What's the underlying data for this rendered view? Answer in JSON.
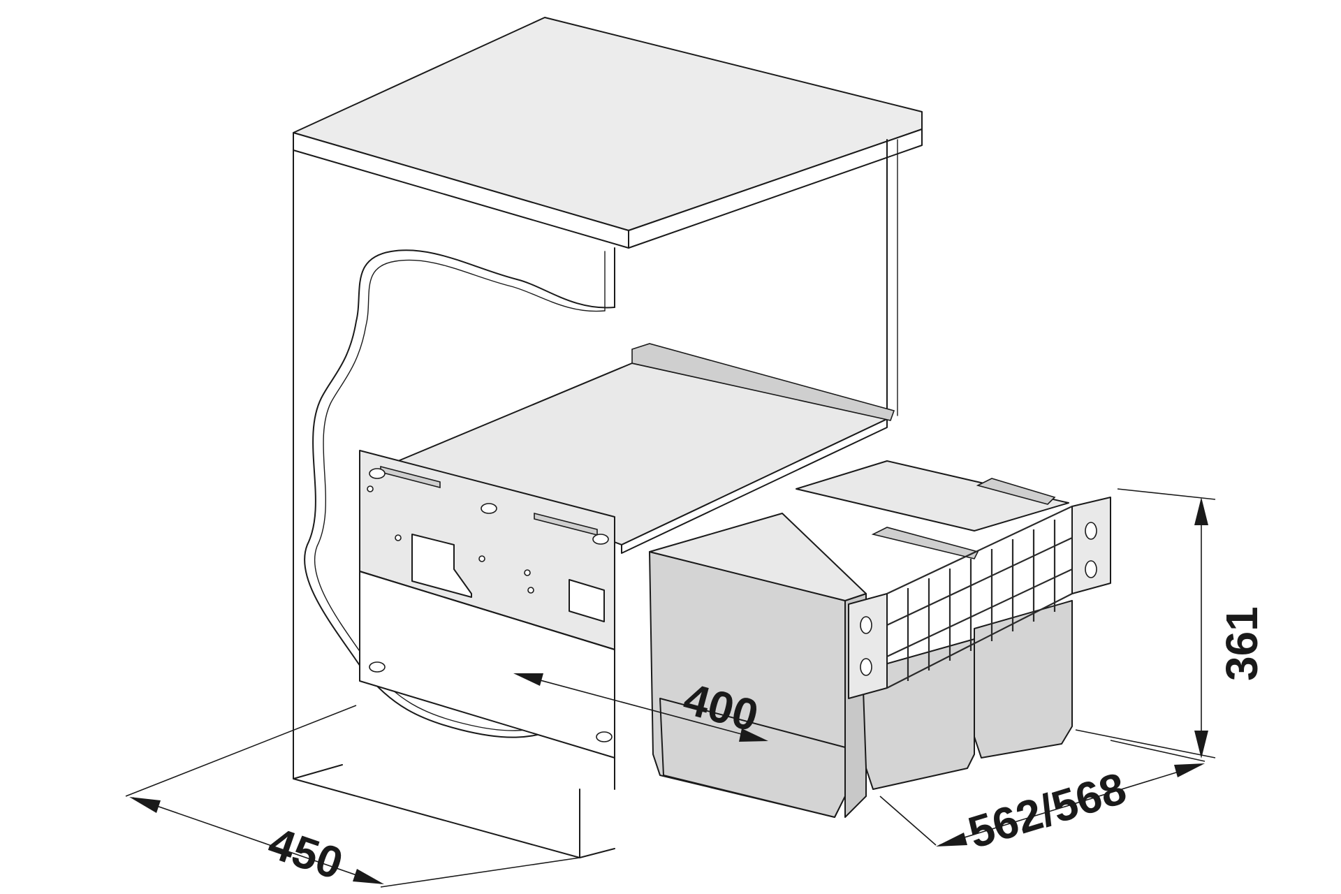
{
  "dimensions": {
    "width_label": "450",
    "height_label": "361",
    "depth_label": "562/568",
    "inner_width_label": "400"
  },
  "colors": {
    "line": "#1a1a1a",
    "bin_fill": "#d4d4d4",
    "background": "#ffffff"
  }
}
